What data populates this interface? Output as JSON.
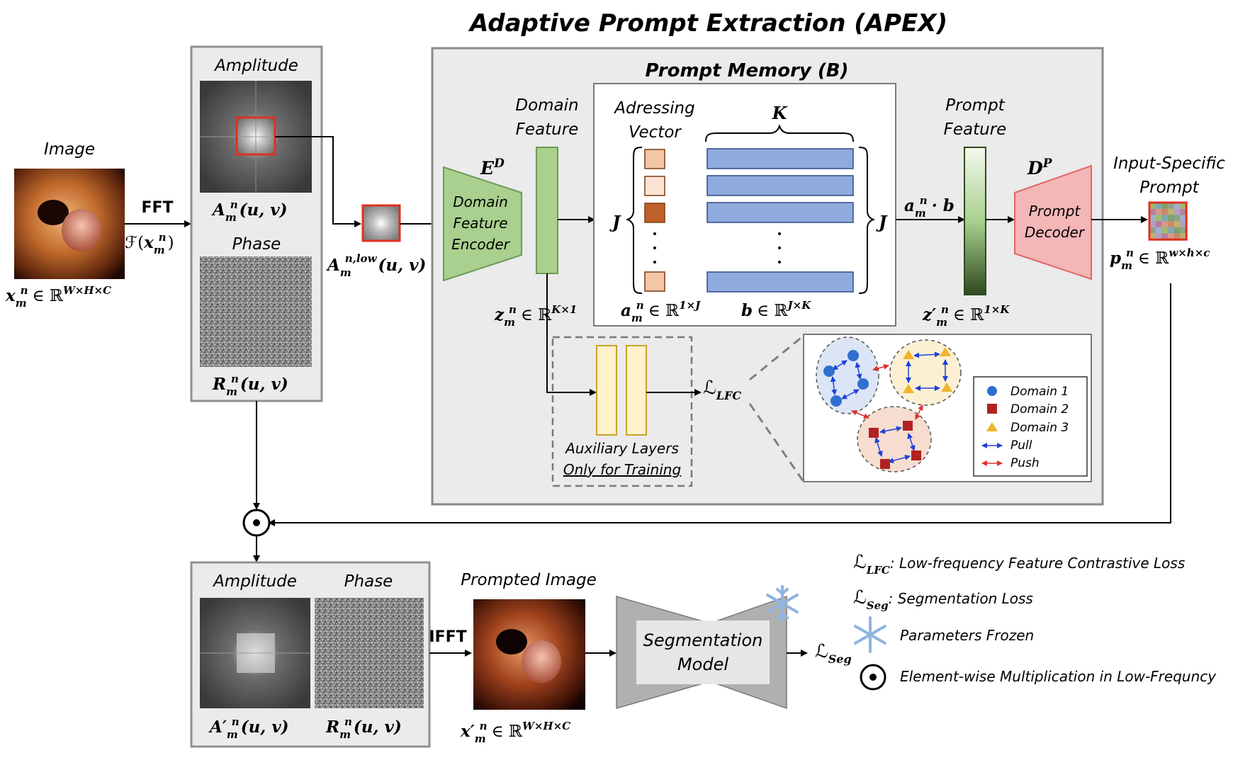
{
  "title": "Adaptive Prompt Extraction (APEX)",
  "input": {
    "label": "Image",
    "math_var": "x",
    "math_sub": "m",
    "math_sup": "n",
    "math_rest": "∈ ℝ",
    "math_dims": "W×H×C"
  },
  "fft": {
    "label": "FFT",
    "formula_F": "ℱ(",
    "formula_x": "x",
    "formula_sub": "m",
    "formula_sup": "n",
    "formula_close": ")"
  },
  "spectrum_top": {
    "amplitude_label": "Amplitude",
    "phase_label": "Phase",
    "amp_var": "A",
    "amp_sub": "m",
    "amp_sup": "n",
    "amp_args": "(u, v)",
    "phase_var": "R",
    "phase_sub": "m",
    "phase_sup": "n",
    "phase_args": "(u, v)"
  },
  "low_freq": {
    "var": "A",
    "sub": "m",
    "sup": "n,low",
    "args": "(u, v)"
  },
  "apex": {
    "prompt_memory_title": "Prompt Memory (B)",
    "domain_feature_l1": "Domain",
    "domain_feature_l2": "Feature",
    "encoder_sym": "E",
    "encoder_sup": "D",
    "encoder_l1": "Domain",
    "encoder_l2": "Feature",
    "encoder_l3": "Encoder",
    "z_var": "z",
    "z_sub": "m",
    "z_sup": "n",
    "z_rest": "∈ ℝ",
    "z_dims": "K×1",
    "addr_l1": "Adressing",
    "addr_l2": "Vector",
    "K": "K",
    "J": "J",
    "a_var": "a",
    "a_sub": "m",
    "a_sup": "n",
    "a_rest": "∈ ℝ",
    "a_dims": "1×J",
    "b_var": "b",
    "b_rest": "∈ ℝ",
    "b_dims": "J×K",
    "ab_expr_a": "a",
    "ab_expr_sub": "m",
    "ab_expr_sup": "n",
    "ab_expr_rest": "· b",
    "prompt_feature_l1": "Prompt",
    "prompt_feature_l2": "Feature",
    "zp_var": "z′",
    "zp_sub": "m",
    "zp_sup": "n",
    "zp_rest": "∈ ℝ",
    "zp_dims": "1×K",
    "decoder_sym": "D",
    "decoder_sup": "P",
    "decoder_l1": "Prompt",
    "decoder_l2": "Decoder",
    "aux_l1": "Auxiliary Layers",
    "aux_l2": "Only for Training",
    "lfc_sym": "ℒ",
    "lfc_sub": "LFC"
  },
  "cluster_legend": {
    "domain1": "Domain 1",
    "domain2": "Domain 2",
    "domain3": "Domain 3",
    "pull": "Pull",
    "push": "Push"
  },
  "prompt_out": {
    "label_l1": "Input-Specific",
    "label_l2": "Prompt",
    "p_var": "p",
    "p_sub": "m",
    "p_sup": "n",
    "p_rest": "∈ ℝ",
    "p_dims": "w×h×c"
  },
  "spectrum_bottom": {
    "amplitude_label": "Amplitude",
    "phase_label": "Phase",
    "amp_var": "A′",
    "amp_sub": "m",
    "amp_sup": "n",
    "amp_args": "(u, v)",
    "phase_var": "R",
    "phase_sub": "m",
    "phase_sup": "n",
    "phase_args": "(u, v)"
  },
  "ifft": {
    "label": "IFFT"
  },
  "prompted": {
    "label": "Prompted Image",
    "var": "x′",
    "sub": "m",
    "sup": "n",
    "rest": "∈ ℝ",
    "dims": "W×H×C"
  },
  "seg": {
    "l1": "Segmentation",
    "l2": "Model",
    "loss_sym": "ℒ",
    "loss_sub": "Seg"
  },
  "legend": {
    "lfc_sym": "ℒ",
    "lfc_sub": "LFC",
    "lfc_desc": ": Low-frequency Feature Contrastive Loss",
    "seg_sym": "ℒ",
    "seg_sub": "Seg",
    "seg_desc": ": Segmentation Loss",
    "frozen_desc": "Parameters Frozen",
    "mult_desc": "Element-wise Multiplication in Low-Frequncy"
  },
  "colors": {
    "encoder_fill": "#a9d08e",
    "encoder_stroke": "#6f9a55",
    "memory_fill": "#8faadc",
    "decoder_fill": "#f4b6b6",
    "decoder_stroke": "#e06666",
    "aux_fill": "#fff2cc",
    "aux_stroke": "#c9a227",
    "domain1": "#2f6fce",
    "domain2": "#b22222",
    "domain3": "#f0b429",
    "pull": "#1f3fdb",
    "push": "#e03030",
    "highlight": "#e0301e"
  }
}
